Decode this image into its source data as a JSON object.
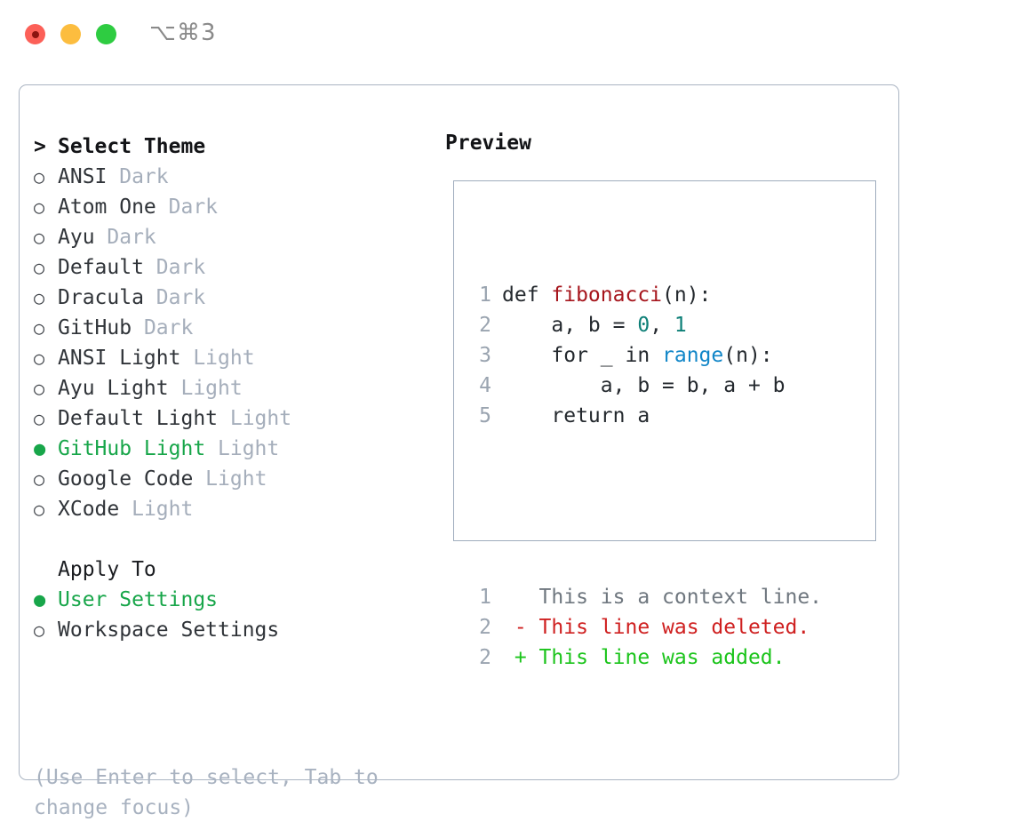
{
  "titlebar": {
    "shortcut": "⌥⌘3",
    "buttons": [
      {
        "name": "close",
        "color": "#fc6058"
      },
      {
        "name": "minimize",
        "color": "#fcbd3f"
      },
      {
        "name": "maximize",
        "color": "#2ecc41"
      }
    ]
  },
  "theme_picker": {
    "heading": "Select Theme",
    "heading_prefix": ">",
    "unselected_marker": "○",
    "selected_marker": "●",
    "items": [
      {
        "name": "ANSI",
        "variant": "Dark",
        "selected": false
      },
      {
        "name": "Atom One",
        "variant": "Dark",
        "selected": false
      },
      {
        "name": "Ayu",
        "variant": "Dark",
        "selected": false
      },
      {
        "name": "Default",
        "variant": "Dark",
        "selected": false
      },
      {
        "name": "Dracula",
        "variant": "Dark",
        "selected": false
      },
      {
        "name": "GitHub",
        "variant": "Dark",
        "selected": false
      },
      {
        "name": "ANSI Light",
        "variant": "Light",
        "selected": false
      },
      {
        "name": "Ayu Light",
        "variant": "Light",
        "selected": false
      },
      {
        "name": "Default Light",
        "variant": "Light",
        "selected": false
      },
      {
        "name": "GitHub Light",
        "variant": "Light",
        "selected": true
      },
      {
        "name": "Google Code",
        "variant": "Light",
        "selected": false
      },
      {
        "name": "XCode",
        "variant": "Light",
        "selected": false
      }
    ]
  },
  "apply_to": {
    "label": "Apply To",
    "options": [
      {
        "label": "User Settings",
        "selected": true
      },
      {
        "label": "Workspace Settings",
        "selected": false
      }
    ]
  },
  "hint": "(Use Enter to select, Tab to change focus)",
  "preview": {
    "title": "Preview",
    "code_lines": [
      {
        "num": "1",
        "tokens": [
          {
            "text": "def ",
            "type": "plain"
          },
          {
            "text": "fibonacci",
            "type": "func"
          },
          {
            "text": "(n):",
            "type": "plain"
          }
        ]
      },
      {
        "num": "2",
        "tokens": [
          {
            "text": "    a, b = ",
            "type": "plain"
          },
          {
            "text": "0",
            "type": "num"
          },
          {
            "text": ", ",
            "type": "plain"
          },
          {
            "text": "1",
            "type": "num"
          }
        ]
      },
      {
        "num": "3",
        "tokens": [
          {
            "text": "    for _ in ",
            "type": "plain"
          },
          {
            "text": "range",
            "type": "call"
          },
          {
            "text": "(n):",
            "type": "plain"
          }
        ]
      },
      {
        "num": "4",
        "tokens": [
          {
            "text": "        a, b = b, a + b",
            "type": "plain"
          }
        ]
      },
      {
        "num": "5",
        "tokens": [
          {
            "text": "    return a",
            "type": "plain"
          }
        ]
      }
    ],
    "diff_lines": [
      {
        "num": "1",
        "sign": " ",
        "text": "This is a context line.",
        "type": "ctx"
      },
      {
        "num": "2",
        "sign": "-",
        "text": "This line was deleted.",
        "type": "del"
      },
      {
        "num": "2",
        "sign": "+",
        "text": "This line was added.",
        "type": "add"
      }
    ]
  },
  "colors": {
    "accent_green": "#18a64a",
    "muted": "#a5aebb",
    "border": "#aab4c2",
    "func_red": "#a6151c",
    "number_teal": "#0d7f77",
    "call_blue": "#1186c8",
    "diff_delete": "#cf2020",
    "diff_add": "#1bc41b"
  }
}
